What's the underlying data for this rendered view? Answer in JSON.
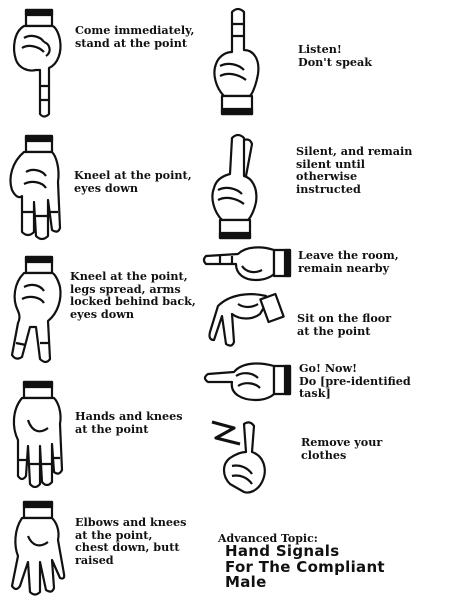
{
  "signals": [
    {
      "id": "come",
      "caption": "Come immediately,\nstand at the point"
    },
    {
      "id": "listen",
      "caption": "Listen!\nDon't speak"
    },
    {
      "id": "kneel",
      "caption": "Kneel at the point,\neyes down"
    },
    {
      "id": "silent",
      "caption": "Silent, and remain\nsilent until\notherwise\ninstructed"
    },
    {
      "id": "leave",
      "caption": "Leave the room,\nremain nearby"
    },
    {
      "id": "kneel-spread",
      "caption": "Kneel at the point,\nlegs spread, arms\nlocked behind back,\neyes down"
    },
    {
      "id": "sit",
      "caption": "Sit on the floor\nat the point"
    },
    {
      "id": "go",
      "caption": "Go! Now!\nDo [pre-identified\ntask]"
    },
    {
      "id": "hands-knees",
      "caption": "Hands and knees\nat the point"
    },
    {
      "id": "remove",
      "caption": "Remove your\nclothes"
    },
    {
      "id": "elbows-knees",
      "caption": "Elbows and knees\nat the point,\nchest down, butt\nraised"
    }
  ],
  "advanced": {
    "label": "Advanced Topic:",
    "title": "Hand Signals\nFor The Compliant\nMale"
  },
  "colors": {
    "ink": "#111111",
    "paper": "#ffffff"
  }
}
